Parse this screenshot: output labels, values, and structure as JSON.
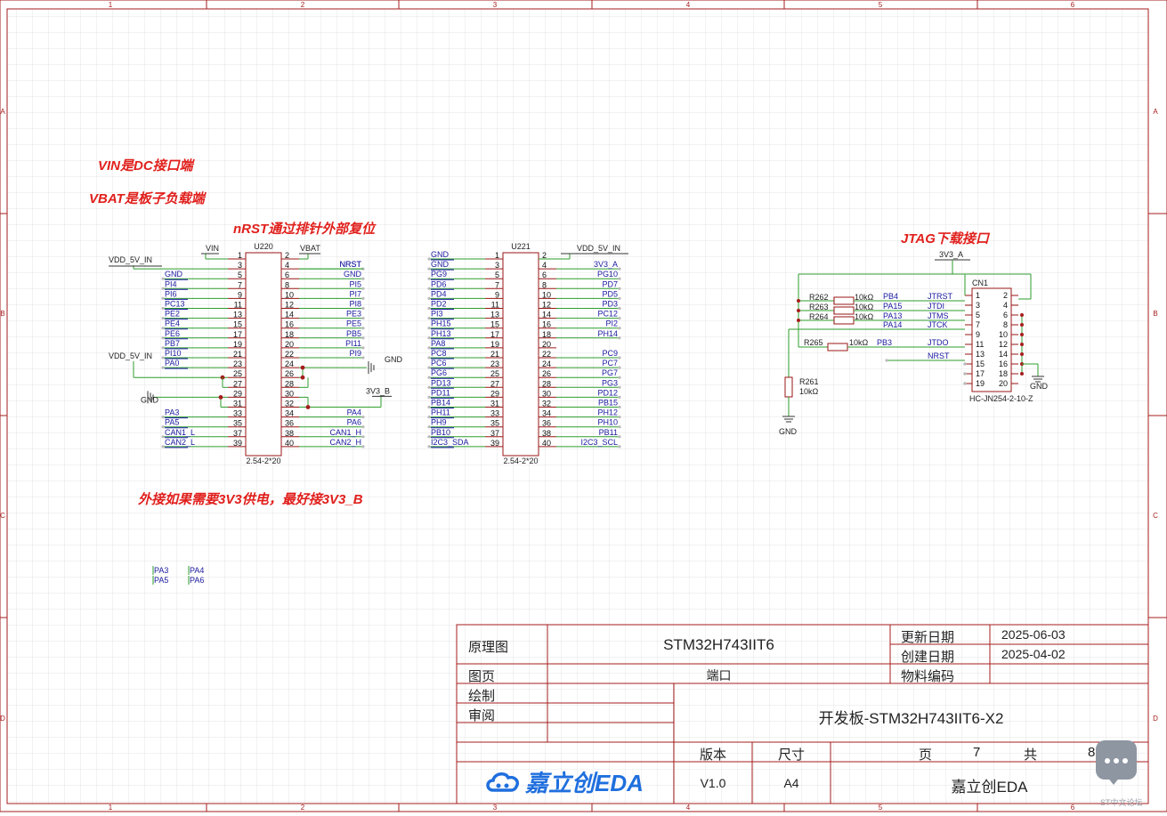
{
  "frame": {
    "cols": [
      "1",
      "2",
      "3",
      "4",
      "5",
      "6"
    ],
    "rows": [
      "A",
      "B",
      "C",
      "D"
    ]
  },
  "notes": {
    "vin": "VIN是DC接口端",
    "vbat": "VBAT是板子负载端",
    "nrst": "nRST通过排针外部复位",
    "jtag": "JTAG下载接口",
    "ext3v3": "外接如果需要3V3供电，最好接3V3_B"
  },
  "u220": {
    "ref": "U220",
    "footprint": "2.54-2*20",
    "left_pins": [
      "1",
      "3",
      "5",
      "7",
      "9",
      "11",
      "13",
      "15",
      "17",
      "19",
      "21",
      "23",
      "25",
      "27",
      "29",
      "31",
      "33",
      "35",
      "37",
      "39"
    ],
    "right_pins": [
      "2",
      "4",
      "6",
      "8",
      "10",
      "12",
      "14",
      "16",
      "18",
      "20",
      "22",
      "24",
      "26",
      "28",
      "30",
      "32",
      "34",
      "36",
      "38",
      "40"
    ],
    "left_nets": [
      "",
      "",
      "GND",
      "PI4",
      "PI6",
      "PC13",
      "PE2",
      "PE4",
      "PE6",
      "PB7",
      "PI10",
      "PA0",
      "",
      "",
      "",
      "",
      "PA3",
      "PA5",
      "CAN1_L",
      "CAN2_L"
    ],
    "right_nets": [
      "",
      "NRST",
      "GND",
      "PI5",
      "PI7",
      "PI8",
      "PE3",
      "PE5",
      "PB5",
      "PI11",
      "PI9",
      "",
      "",
      "",
      "",
      "",
      "PA4",
      "PA6",
      "CAN1_H",
      "CAN2_H"
    ],
    "top_left_label": "VIN",
    "top_right_label": "VBAT",
    "vdd1": "VDD_5V_IN",
    "vdd2": "VDD_5V_IN",
    "gnd_left": "GND",
    "gnd_right": "GND",
    "v3b": "3V3_B"
  },
  "u221": {
    "ref": "U221",
    "footprint": "2.54-2*20",
    "left_pins": [
      "1",
      "3",
      "5",
      "7",
      "9",
      "11",
      "13",
      "15",
      "17",
      "19",
      "21",
      "23",
      "25",
      "27",
      "29",
      "31",
      "33",
      "35",
      "37",
      "39"
    ],
    "right_pins": [
      "2",
      "4",
      "6",
      "8",
      "10",
      "12",
      "14",
      "16",
      "18",
      "20",
      "22",
      "24",
      "26",
      "28",
      "30",
      "32",
      "34",
      "36",
      "38",
      "40"
    ],
    "left_nets": [
      "GND",
      "GND",
      "PG9",
      "PD6",
      "PD4",
      "PD2",
      "PI3",
      "PH15",
      "PH13",
      "PA8",
      "PC8",
      "PC6",
      "PG6",
      "PD13",
      "PD11",
      "PB14",
      "PH11",
      "PH9",
      "PB10",
      "I2C3_SDA"
    ],
    "right_nets": [
      "",
      "3V3_A",
      "PG10",
      "PD7",
      "PD5",
      "PD3",
      "PC12",
      "PI2",
      "PH14",
      "",
      "PC9",
      "PC7",
      "PG7",
      "PG3",
      "PD12",
      "PB15",
      "PH12",
      "PH10",
      "PB11",
      "I2C3_SCL"
    ],
    "vdd": "VDD_5V_IN"
  },
  "cn1": {
    "ref": "CN1",
    "part": "HC-JN254-2-10-Z",
    "pins_left": [
      "1",
      "3",
      "5",
      "7",
      "9",
      "11",
      "13",
      "15",
      "17",
      "19"
    ],
    "pins_right": [
      "2",
      "4",
      "6",
      "8",
      "10",
      "12",
      "14",
      "16",
      "18",
      "20"
    ],
    "power": "3V3_A",
    "gnd": "GND",
    "signals": [
      "JTRST",
      "JTDI",
      "JTMS",
      "JTCK",
      "",
      "JTDO",
      "NRST",
      "",
      "",
      ""
    ],
    "nets": [
      "PB4",
      "PA15",
      "PA13",
      "PA14",
      "",
      "PB3",
      "",
      "",
      "",
      ""
    ],
    "resistors": [
      {
        "ref": "R262",
        "val": "10kΩ"
      },
      {
        "ref": "R263",
        "val": "10kΩ"
      },
      {
        "ref": "R264",
        "val": "10kΩ"
      },
      {
        "ref": "R265",
        "val": "10kΩ"
      }
    ],
    "r261": {
      "ref": "R261",
      "val": "10kΩ"
    },
    "r261_gnd": "GND"
  },
  "loose_labels": [
    "PA3",
    "PA4",
    "PA5",
    "PA6"
  ],
  "title_block": {
    "k_schematic": "原理图",
    "v_title": "STM32H743IIT6",
    "k_update": "更新日期",
    "v_update": "2025-06-03",
    "k_create": "创建日期",
    "v_create": "2025-04-02",
    "k_page": "图页",
    "v_page": "端口",
    "k_part": "物料编码",
    "k_draw": "绘制",
    "k_review": "审阅",
    "v_board": "开发板-STM32H743IIT6-X2",
    "k_version": "版本",
    "k_size": "尺寸",
    "k_pg": "页",
    "v_pg": "7",
    "k_total": "共",
    "v_total": "8",
    "v_version": "V1.0",
    "v_size": "A4",
    "v_company": "嘉立创EDA",
    "logo": "嘉立创EDA"
  },
  "footer": "ST中文论坛",
  "colors": {
    "frame": "#a61c1c",
    "wire": "#2e9e2e",
    "pin": "#9a1616",
    "net": "#1a1aa0",
    "note": "#e0201c",
    "grid": "#dddddd"
  }
}
